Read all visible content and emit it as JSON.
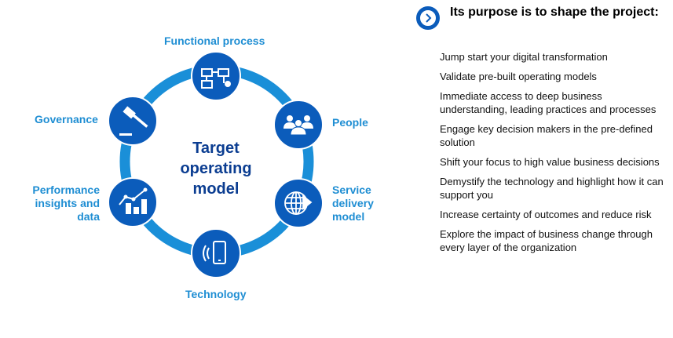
{
  "diagram": {
    "center_title": "Target operating model",
    "nodes": [
      {
        "id": "functional-process",
        "label": "Functional process",
        "icon": "flowchart-icon"
      },
      {
        "id": "people",
        "label": "People",
        "icon": "people-group-icon"
      },
      {
        "id": "service-delivery-model",
        "label": "Service delivery model",
        "icon": "globe-arrow-icon"
      },
      {
        "id": "technology",
        "label": "Technology",
        "icon": "mobile-phone-signal-icon"
      },
      {
        "id": "performance-insights",
        "label": "Performance insights and data",
        "icon": "bar-line-chart-icon"
      },
      {
        "id": "governance",
        "label": "Governance",
        "icon": "gavel-icon"
      }
    ],
    "colors": {
      "ring": "#1a8fd8",
      "node": "#0b5cbb",
      "label": "#1f8ed3",
      "center": "#0b3d91"
    }
  },
  "panel": {
    "header_icon": "chevron-right-circle-icon",
    "title": "Its purpose is to shape the project:",
    "items": [
      "Jump start your digital transformation",
      "Validate pre-built operating models",
      "Immediate access to deep business understanding, leading practices and processes",
      "Engage key decision makers in the pre-defined solution",
      "Shift your focus to high value business decisions",
      "Demystify the technology and highlight how it can support you",
      "Increase certainty of outcomes and reduce risk",
      "Explore the impact of business change through every layer of the organization"
    ]
  }
}
